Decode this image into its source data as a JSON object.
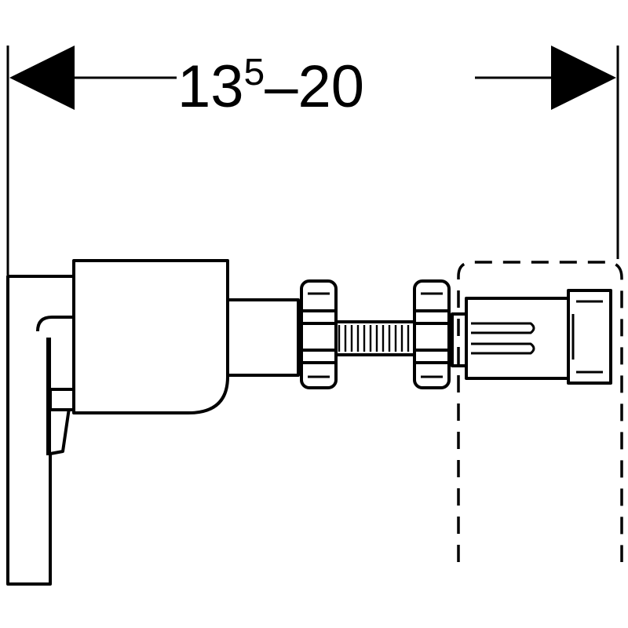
{
  "dimension": {
    "main": "13",
    "superscript": "5",
    "separator": "–",
    "end": "20"
  },
  "colors": {
    "stroke": "#000000",
    "background": "#ffffff"
  },
  "icons": {
    "left_arrow": "arrowhead-left-icon",
    "right_arrow": "arrowhead-right-icon"
  }
}
